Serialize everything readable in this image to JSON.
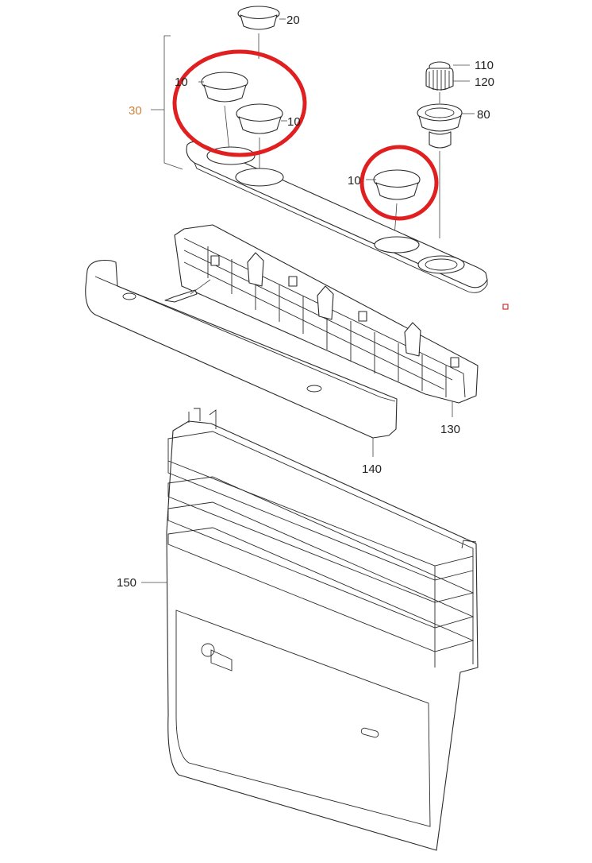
{
  "diagram": {
    "callouts": [
      {
        "id": "20",
        "text": "20"
      },
      {
        "id": "10a",
        "text": "10"
      },
      {
        "id": "10b",
        "text": "10"
      },
      {
        "id": "10c",
        "text": "10"
      },
      {
        "id": "30",
        "text": "30"
      },
      {
        "id": "110",
        "text": "110"
      },
      {
        "id": "120",
        "text": "120"
      },
      {
        "id": "80",
        "text": "80"
      },
      {
        "id": "130",
        "text": "130"
      },
      {
        "id": "140",
        "text": "140"
      },
      {
        "id": "150",
        "text": "150"
      }
    ],
    "colors": {
      "line": "#2b2b2b",
      "highlight": "#e02020",
      "group_label": "#c8843c",
      "marker": "#cc3333"
    }
  }
}
